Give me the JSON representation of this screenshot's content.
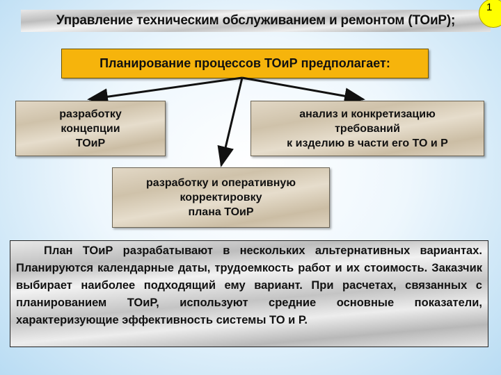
{
  "title": "Управление техническим обслуживанием и ремонтом (ТОиР);",
  "slide_number": "1",
  "plan_header": "Планирование процессов ТОиР предполагает:",
  "items": [
    "разработку\nконцепции\nТОиР",
    "анализ и конкретизацию\nтребований\nк изделию в части его ТО и Р",
    "разработку и оперативную\nкорректировку\nплана ТОиР"
  ],
  "note": "План ТОиР разрабатывают в нескольких альтернативных вариантах. Планируются календарные даты, трудоемкость работ и их стоимость. Заказчик выбирает наиболее подходящий ему вариант. При расчетах, связанных с планированием ТОиР, используют средние основные показатели, характеризующие эффективность системы ТО и Р.",
  "colors": {
    "header": "#f6b40c",
    "badge": "#ffff00",
    "box": "#d9cdb8"
  }
}
